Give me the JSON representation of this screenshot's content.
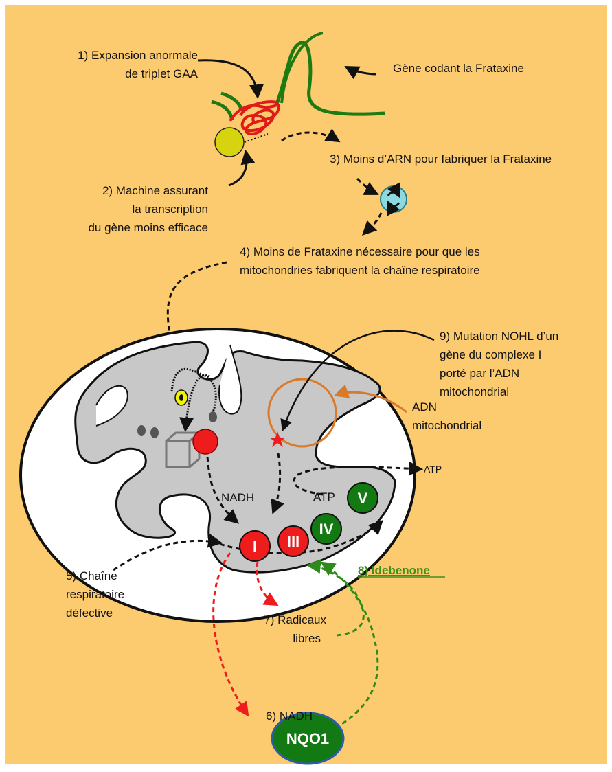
{
  "labels": {
    "step1": [
      "1) Expansion anormale",
      "de triplet GAA"
    ],
    "gene": "Gène codant la Frataxine",
    "step2": [
      "2) Machine assurant",
      "la transcription",
      "du gène moins efficace"
    ],
    "step3": "3) Moins d’ARN pour fabriquer la Frataxine",
    "step4": [
      "4) Moins de Frataxine nécessaire pour que les",
      "mitochondries fabriquent la chaîne respiratoire"
    ],
    "step9": [
      "9) Mutation NOHL d’un",
      "gène du complexe I",
      "porté par l’ADN",
      "mitochondrial"
    ],
    "mtdna": [
      "ADN",
      "mitochondrial"
    ],
    "atp_out": "ATP",
    "atp_in": "ATP",
    "nadh_in": "NADH",
    "step5": [
      "5) Chaîne",
      "respiratoire",
      "défective"
    ],
    "step8": "8) Idebenone",
    "step7": [
      "7) Radicaux",
      "libres"
    ],
    "step6": "6) NADH",
    "nqo1": "NQO1"
  },
  "complexes": [
    "I",
    "III",
    "IV",
    "V"
  ],
  "colors": {
    "background": "#FDCB6F",
    "red": "#EE1C1C",
    "green": "#137A13",
    "idebenone": "#3F8F1A",
    "mtdna": "#D97A2B",
    "gene_green": "#1E7A12",
    "gene_red": "#E01919",
    "yellow_sphere": "#D8D30F",
    "cycle": "#8ED9DF"
  }
}
